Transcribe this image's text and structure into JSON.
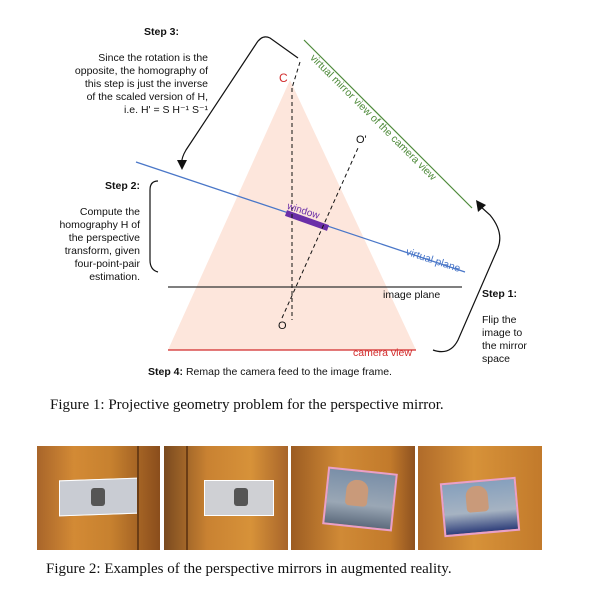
{
  "figure1": {
    "step3": {
      "title": "Step 3:",
      "lines": [
        "Since the rotation is the",
        "opposite, the homography of",
        "this step is just the inverse",
        "of the scaled version of H,",
        "i.e. H' = S H⁻¹ S⁻¹"
      ]
    },
    "step2": {
      "title": "Step 2:",
      "lines": [
        "Compute the",
        "homography H of",
        "the perspective",
        "transform, given",
        "four-point-pair",
        "estimation."
      ]
    },
    "step1": {
      "title": "Step 1:",
      "lines": [
        "Flip the",
        "image to",
        "the mirror",
        "space"
      ]
    },
    "step4": {
      "title": "Step 4:",
      "text": "Remap the camera feed to the image frame."
    },
    "labels": {
      "c": "C",
      "o": "O",
      "o_prime": "O'",
      "window": "window",
      "virtual_plane": "virtual plane",
      "image_plane": "image plane",
      "camera_view": "camera view",
      "virtual_mirror_view": "virtual mirror view of the camera view"
    },
    "colors": {
      "triangle": "#fde6dc",
      "red": "#d22b2b",
      "blue": "#4a77c8",
      "green": "#4e8a3a",
      "purple": "#6b2fa8"
    },
    "caption": "Figure 1: Projective geometry problem for the perspective mirror."
  },
  "figure2": {
    "caption": "Figure 2: Examples of the perspective mirrors in augmented reality."
  }
}
